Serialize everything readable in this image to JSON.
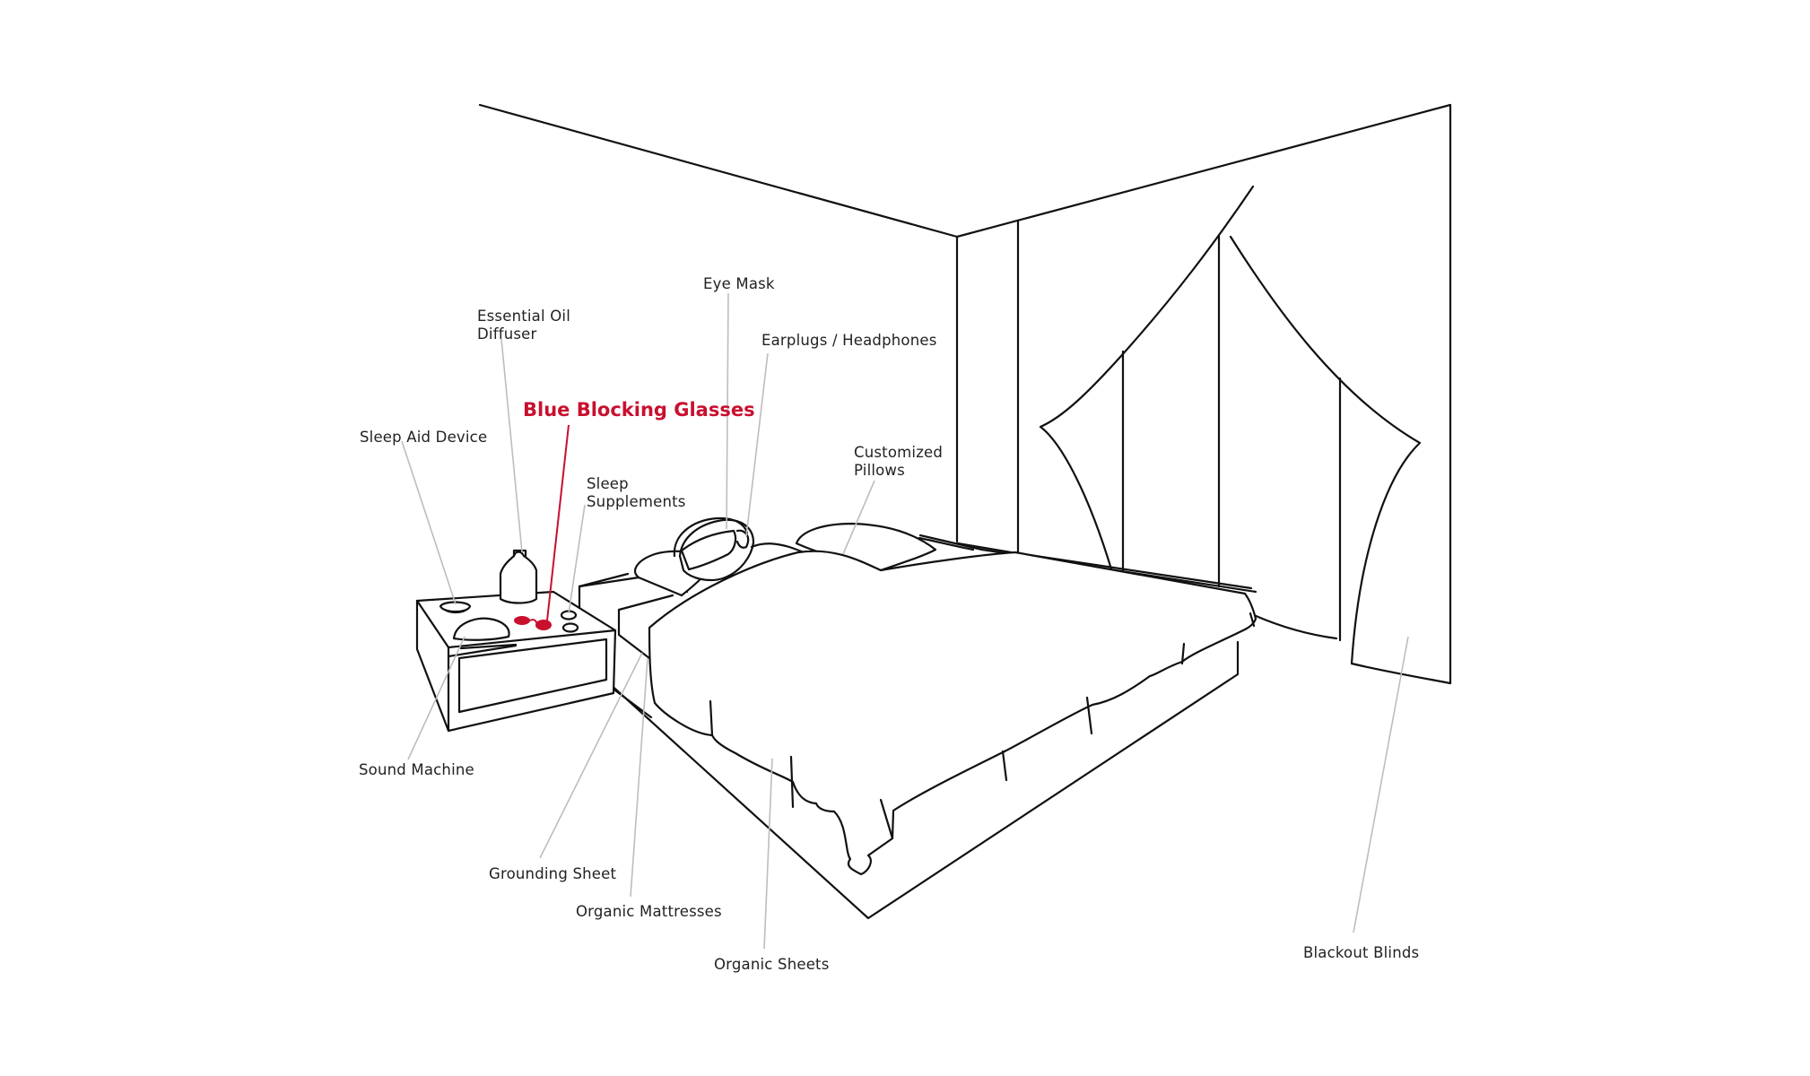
{
  "colors": {
    "ink": "#111111",
    "leader": "#bdbdbd",
    "highlight": "#c8102e",
    "background": "#ffffff"
  },
  "labels": {
    "eye_mask": "Eye Mask",
    "earplugs": "Earplugs / Headphones",
    "diffuser": "Essential Oil\nDiffuser",
    "blue_glasses": "Blue Blocking Glasses",
    "sleep_aid": "Sleep Aid Device",
    "supplements": "Sleep\nSupplements",
    "pillows": "Customized\nPillows",
    "sound_machine": "Sound Machine",
    "grounding_sheet": "Grounding Sheet",
    "mattresses": "Organic Mattresses",
    "sheets": "Organic Sheets",
    "blinds": "Blackout Blinds"
  }
}
